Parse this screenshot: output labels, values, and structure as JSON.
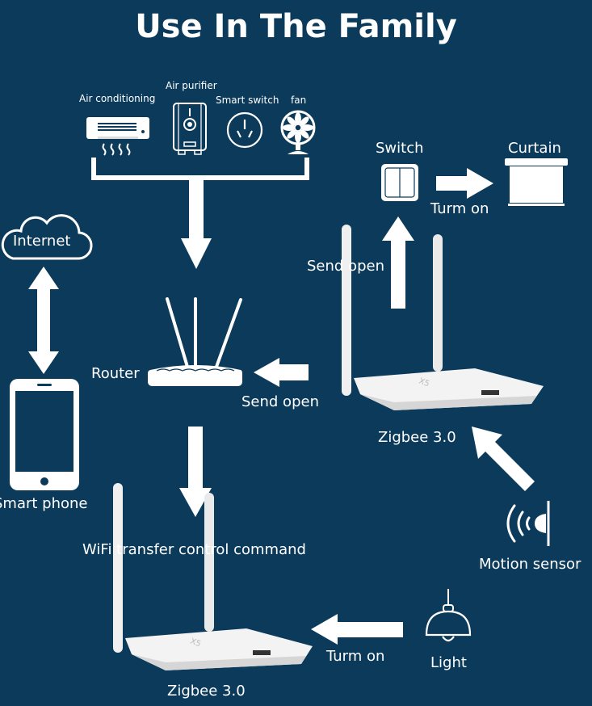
{
  "title": "Use In The Family",
  "appliances": {
    "air_conditioning": "Air conditioning",
    "air_purifier": "Air purifier",
    "smart_switch": "Smart switch",
    "fan": "fan"
  },
  "nodes": {
    "internet": "Internet",
    "smart_phone": "Smart phone",
    "router": "Router",
    "switch": "Switch",
    "curtain": "Curtain",
    "zigbee_top": "Zigbee 3.0",
    "zigbee_bottom": "Zigbee 3.0",
    "motion_sensor": "Motion sensor",
    "light": "Light",
    "hub_badge": "X5"
  },
  "edges": {
    "switch_to_curtain": "Turm on",
    "zigbee_to_switch": "Send open",
    "zigbee_to_router": "Send open",
    "router_to_zigbee": "WiFi transfer control command",
    "light_to_zigbee": "Turm on"
  },
  "colors": {
    "background": "#0c3a5a",
    "foreground": "#ffffff",
    "device_body": "#f2f2f2",
    "device_shadow": "#c9c9c9"
  }
}
